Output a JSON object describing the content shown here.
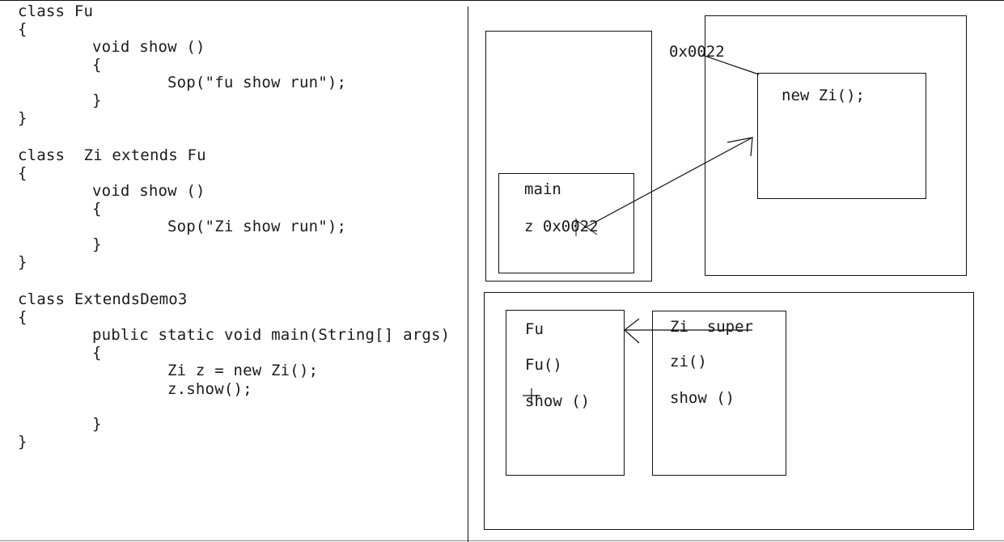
{
  "code": {
    "lines": [
      "class Fu",
      "{",
      "void show ()",
      "{",
      "Sop(\"fu show run\");",
      "}",
      "}",
      "class  Zi extends Fu",
      "{",
      "void show ()",
      "{",
      "Sop(\"Zi show run\");",
      "}",
      "}",
      "class ExtendsDemo3",
      "{",
      "public static void main(String[] args)",
      "{",
      "Zi z = new Zi();",
      "z.show();",
      "}",
      "}"
    ]
  },
  "diagram": {
    "stack": {
      "frame_label": "main",
      "var_label": "z 0x0022"
    },
    "heap": {
      "address_label": "0x0022",
      "object_label": "new Zi();"
    },
    "method_area": {
      "fu": {
        "title": "Fu",
        "items": [
          "Fu()",
          "show ()"
        ]
      },
      "zi": {
        "title": "Zi  super",
        "items": [
          "zi()",
          "show ()"
        ]
      }
    }
  }
}
